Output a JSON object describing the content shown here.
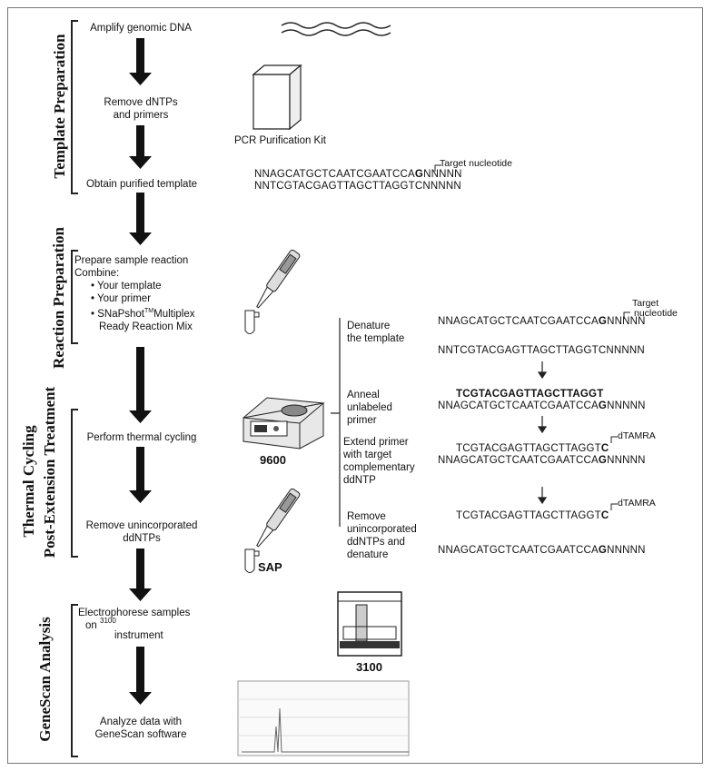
{
  "sections": {
    "template_prep": "Template Preparation",
    "reaction_prep": "Reaction Preparation",
    "thermal_1": "Thermal Cycling",
    "thermal_2": "Post-Extension Treatment",
    "genescan": "GeneScan Analysis"
  },
  "steps": {
    "amplify": "Amplify genomic DNA",
    "remove_1": "Remove dNTPs",
    "remove_2": "and primers",
    "obtain": "Obtain purified template",
    "prepare_1": "Prepare sample reaction",
    "prepare_2": "Combine:",
    "bullet_1": "• Your template",
    "bullet_2": "• Your primer",
    "bullet_3a": "• SNaPshot",
    "bullet_3tm": "TM",
    "bullet_3b": "Multiplex",
    "bullet_4": "Ready Reaction Mix",
    "perform": "Perform thermal cycling",
    "unincorp_1": "Remove unincorporated",
    "unincorp_2": "ddNTPs",
    "electro_1": "Electrophorese samples",
    "electro_2": "on",
    "electro_sup": "3100",
    "electro_3": "instrument",
    "analyze_1": "Analyze data with",
    "analyze_2": "GeneScan software"
  },
  "images": {
    "pcr_kit": "PCR Purification Kit",
    "thermocycler": "9600",
    "sap": "SAP",
    "instrument": "3100"
  },
  "template_seq": {
    "target_label": "Target nucleotide",
    "top_a": "NNAGCATGCTCAATCGAATCCA",
    "top_g": "G",
    "top_n": "NNNNN",
    "bottom": "NNTCGTACGAGTTAGCTTAGGTCNNNNN"
  },
  "detail": {
    "denature_1": "Denature",
    "denature_2": "the template",
    "anneal_1": "Anneal",
    "anneal_2": "unlabeled",
    "anneal_3": "primer",
    "extend_1": "Extend primer",
    "extend_2": "with target",
    "extend_3": "complementary",
    "extend_4": "ddNTP",
    "remove_1": "Remove",
    "remove_2": "unincorporated",
    "remove_3": "ddNTPs and",
    "remove_4": "denature",
    "target_1": "Target",
    "target_2": "nucleotide",
    "seq1_a": "NNAGCATGCTCAATCGAATCCA",
    "seq1_g": "G",
    "seq1_n": "NNNNN",
    "seq2": "NNTCGTACGAGTTAGCTTAGGTCNNNNN",
    "primer": "TCGTACGAGTTAGCTTAGGT",
    "seq3_a": "NNAGCATGCTCAATCGAATCCA",
    "seq3_g": "G",
    "seq3_n": "NNNNN",
    "dtamra": "dTAMRA",
    "ext_primer": "TCGTACGAGTTAGCTTAGGT",
    "ext_c": "C",
    "seq4_a": "NNAGCATGCTCAATCGAATCCA",
    "seq4_g": "G",
    "seq4_n": "NNNNN",
    "dtamra2": "dTAMRA",
    "ext_primer2": "TCGTACGAGTTAGCTTAGGT",
    "ext_c2": "C",
    "seq5_a": "NNAGCATGCTCAATCGAATCCA",
    "seq5_g": "G",
    "seq5_n": "NNNNN"
  },
  "colors": {
    "ink": "#111111",
    "panel": "#777777"
  }
}
